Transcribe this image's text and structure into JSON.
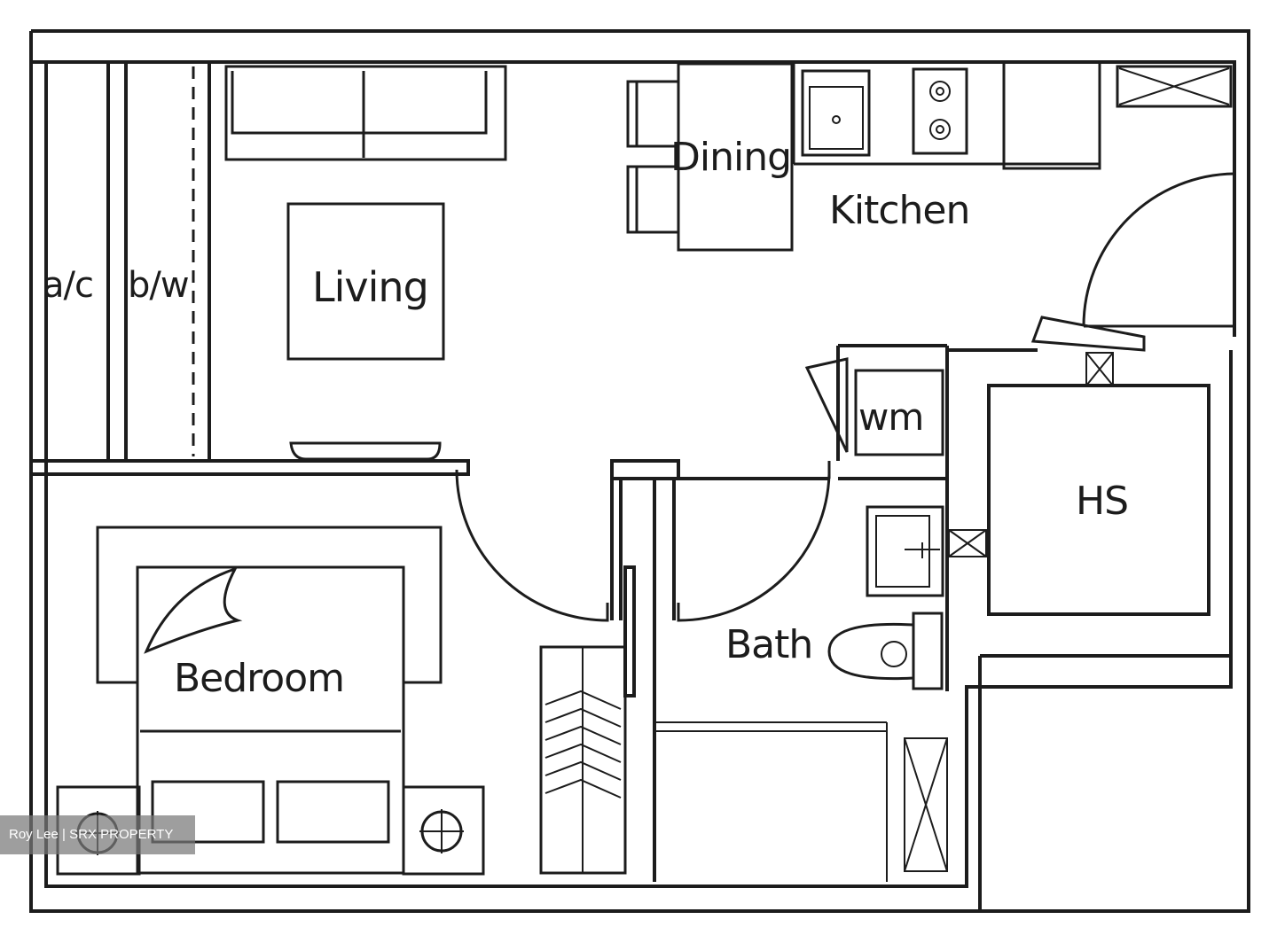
{
  "rooms": {
    "living": "Living",
    "dining": "Dining",
    "kitchen": "Kitchen",
    "bedroom": "Bedroom",
    "bath": "Bath",
    "household_shelter": "HS",
    "washing_machine": "wm",
    "aircon_ledge": "a/c",
    "bay_window": "b/w"
  },
  "watermark": "Roy Lee | SRX PROPERTY",
  "colors": {
    "line": "#1c1c1c",
    "background": "#ffffff"
  }
}
